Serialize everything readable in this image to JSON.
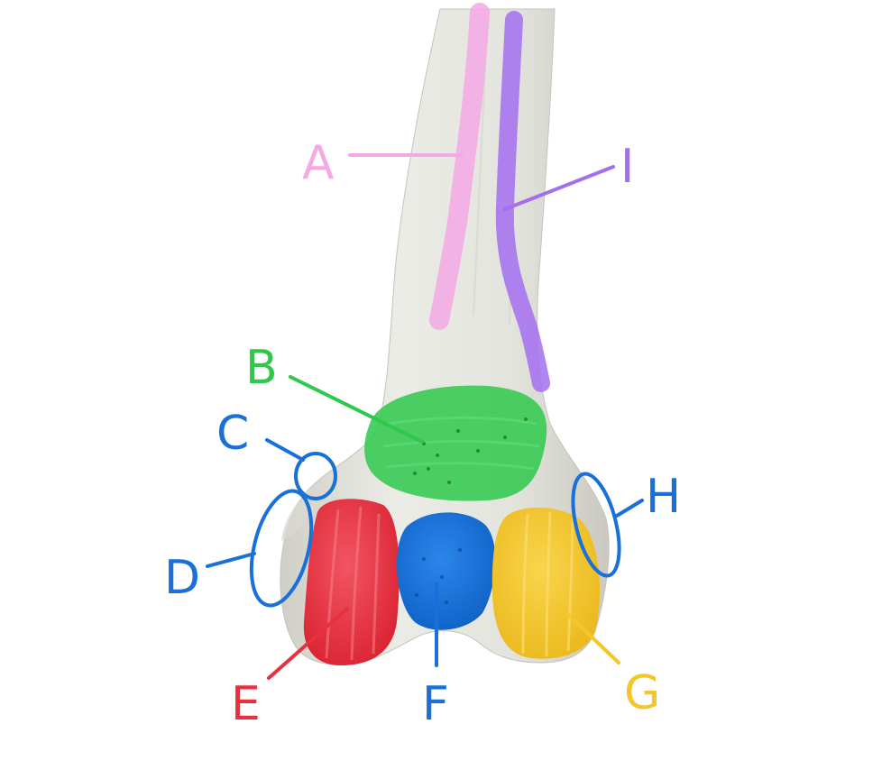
{
  "colors": {
    "bone": "#e3e3dd",
    "bone_shade": "#cfcfc7",
    "pink": "#f4a8e6",
    "purple": "#a46ef0",
    "green": "#2ec84a",
    "red": "#e8303f",
    "blue": "#1870d8",
    "yellow": "#f5c62a"
  },
  "labels": {
    "a": "A",
    "b": "B",
    "c": "C",
    "d": "D",
    "e": "E",
    "f": "F",
    "g": "G",
    "h": "H",
    "i": "I"
  },
  "icons": {
    "bone": "distal-humerus-bone-icon"
  }
}
